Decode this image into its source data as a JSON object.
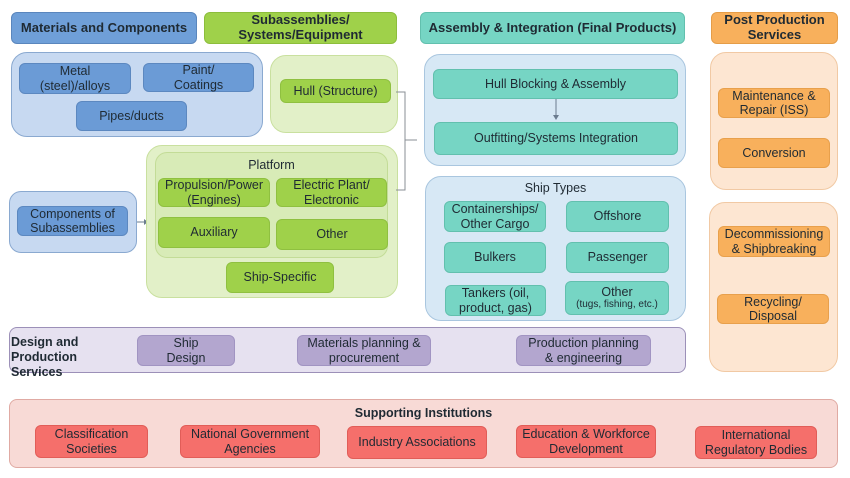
{
  "headers": {
    "materials": "Materials and Components",
    "subassemblies": "Subassemblies/ Systems/Equipment",
    "assembly": "Assembly & Integration (Final Products)",
    "post_production": "Post Production Services"
  },
  "materials": {
    "items": [
      "Metal (steel)/alloys",
      "Paint/ Coatings",
      "Pipes/ducts"
    ],
    "components": "Components of Subassemblies"
  },
  "subassemblies": {
    "hull": "Hull (Structure)",
    "platform_title": "Platform",
    "platform_items": [
      "Propulsion/Power (Engines)",
      "Electric Plant/ Electronic",
      "Auxiliary",
      "Other"
    ],
    "ship_specific": "Ship-Specific"
  },
  "assembly": {
    "steps": [
      "Hull Blocking & Assembly",
      "Outfitting/Systems Integration"
    ],
    "ship_types_title": "Ship Types",
    "ship_types": [
      {
        "label": "Containerships/ Other Cargo"
      },
      {
        "label": "Offshore"
      },
      {
        "label": "Bulkers"
      },
      {
        "label": "Passenger"
      },
      {
        "label": "Tankers (oil, product, gas)"
      },
      {
        "label": "Other",
        "sub": "(tugs, fishing, etc.)"
      }
    ]
  },
  "post_production": {
    "group1": [
      "Maintenance & Repair (ISS)",
      "Conversion"
    ],
    "group2": [
      "Decommissioning & Shipbreaking",
      "Recycling/ Disposal"
    ]
  },
  "design": {
    "title_line1": "Design and",
    "title_line2": "Production Services",
    "items": [
      "Ship Design",
      "Materials planning & procurement",
      "Production planning & engineering"
    ]
  },
  "supporting": {
    "title": "Supporting Institutions",
    "items": [
      "Classification Societies",
      "National Government Agencies",
      "Industry Associations",
      "Education & Workforce Development",
      "International Regulatory Bodies"
    ]
  },
  "colors": {
    "materials": "#6f9fd8",
    "subassemblies": "#9fd14a",
    "assembly": "#76d5c4",
    "post_production": "#f8b05c",
    "design": "#b3a6cf",
    "supporting": "#f56f6b"
  }
}
